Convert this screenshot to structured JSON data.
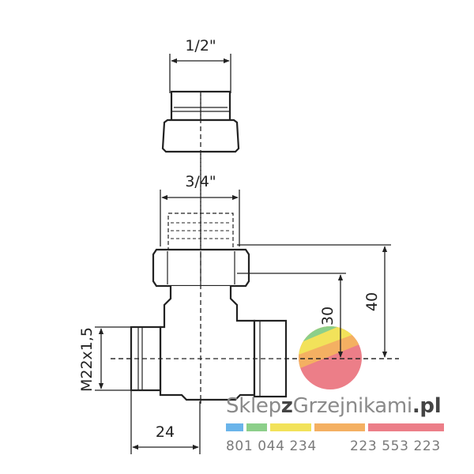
{
  "dimensions": {
    "top_thread": "1/2\"",
    "mid_thread": "3/4\"",
    "side_thread": "M22x1,5",
    "height_40": "40",
    "height_30": "30",
    "width_24": "24"
  },
  "brand": {
    "part1": "Sklep",
    "part2": "z",
    "part3": "Grzejnikami",
    "part4": ".pl",
    "phone1": "801 044 234",
    "phone2": "223 553 223"
  },
  "colors": {
    "line": "#222222",
    "blue": "#6ab4ea",
    "green": "#8ccf8a",
    "yellow": "#f2e25a",
    "orange": "#f4b062",
    "pink": "#ec7e88",
    "brand_gray": "#8a8a8a",
    "brand_dark": "#444444"
  }
}
